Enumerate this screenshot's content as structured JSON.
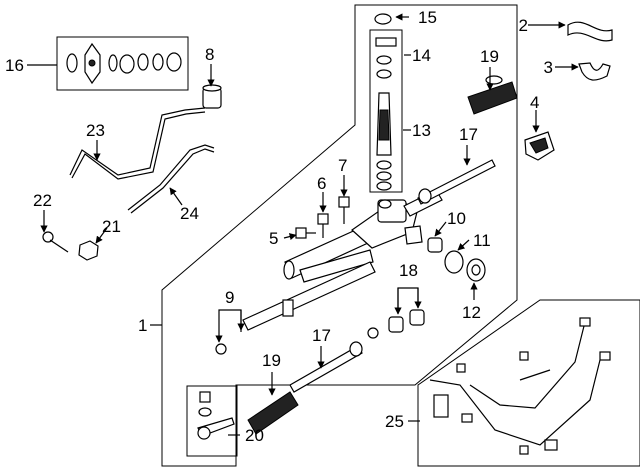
{
  "diagram": {
    "callouts": {
      "c1": "1",
      "c2": "2",
      "c3": "3",
      "c4": "4",
      "c5": "5",
      "c6": "6",
      "c7": "7",
      "c8": "8",
      "c9": "9",
      "c10": "10",
      "c11": "11",
      "c12": "12",
      "c13": "13",
      "c14": "14",
      "c15": "15",
      "c16": "16",
      "c17a": "17",
      "c17b": "17",
      "c18": "18",
      "c19a": "19",
      "c19b": "19",
      "c20": "20",
      "c21": "21",
      "c22": "22",
      "c23": "23",
      "c24": "24",
      "c25": "25"
    }
  }
}
